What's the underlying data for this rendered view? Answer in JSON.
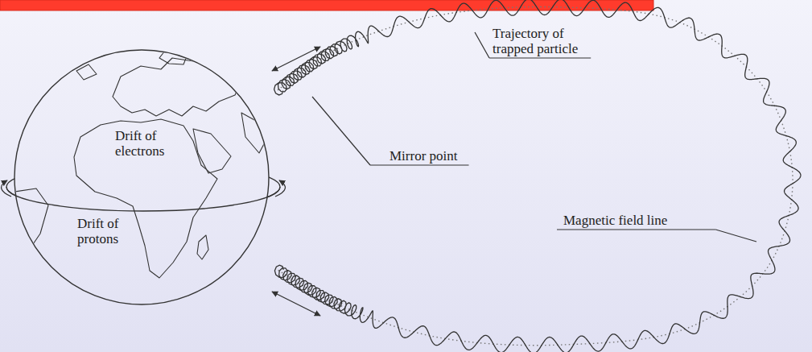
{
  "diagram": {
    "labels": [
      "Trajectory of trapped particle",
      "Mirror point",
      "Drift of electrons",
      "Drift of protons",
      "Magnetic field line"
    ]
  }
}
